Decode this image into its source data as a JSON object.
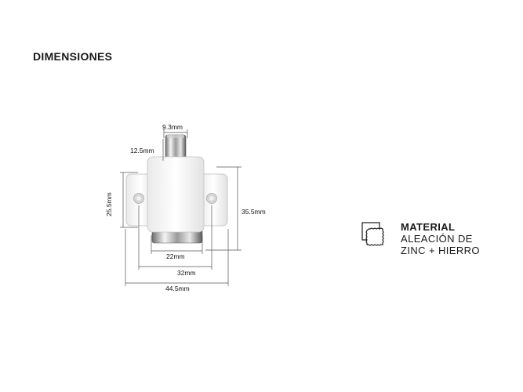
{
  "heading": "DIMENSIONES",
  "dimensions": {
    "pin_width": "9.3mm",
    "pin_height": "12.5mm",
    "body_height": "25.5mm",
    "total_height": "35.5mm",
    "base_width": "22mm",
    "hole_spacing": "32mm",
    "total_width": "44.5mm"
  },
  "material": {
    "title": "MATERIAL",
    "line1": "ALEACIÓN DE",
    "line2": "ZINC + HIERRO",
    "icon": "material-layers-icon"
  }
}
